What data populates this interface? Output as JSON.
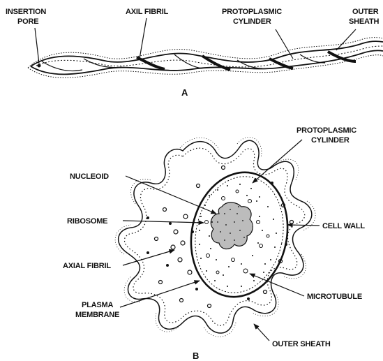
{
  "panel_a": {
    "caption": "A",
    "labels": {
      "insertion_pore_1": "INSERTION",
      "insertion_pore_2": "PORE",
      "axil_fibril": "AXIL FIBRIL",
      "protoplasmic_cylinder_1": "PROTOPLASMIC",
      "protoplasmic_cylinder_2": "CYLINDER",
      "outer_sheath_1": "OUTER",
      "outer_sheath_2": "SHEATH"
    }
  },
  "panel_b": {
    "caption": "B",
    "labels": {
      "protoplasmic_cylinder_1": "PROTOPLASMIC",
      "protoplasmic_cylinder_2": "CYLINDER",
      "nucleoid": "NUCLEOID",
      "ribosome": "RIBOSOME",
      "cell_wall": "CELL WALL",
      "axial_fibril": "AXIAL FIBRIL",
      "microtubule": "MICROTUBULE",
      "plasma_membrane_1": "PLASMA",
      "plasma_membrane_2": "MEMBRANE",
      "outer_sheath": "OUTER SHEATH"
    }
  },
  "colors": {
    "ink": "#111111",
    "background": "#ffffff"
  }
}
